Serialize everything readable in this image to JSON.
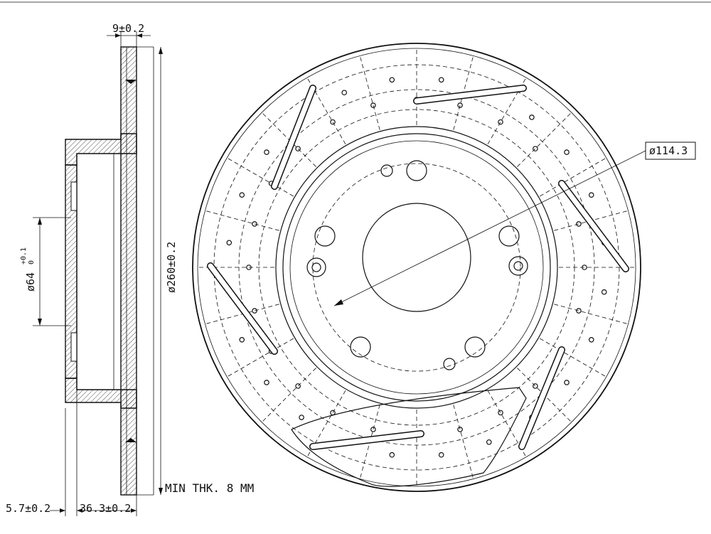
{
  "labels": {
    "hat_thickness": "9±0.2",
    "offset_width": "5.7±0.2",
    "overall_height": "36.3±0.2",
    "outer_diameter": "ø260±0.2",
    "center_bore": "ø64",
    "center_bore_tol_upper": "+0.1",
    "center_bore_tol_lower": "0",
    "bolt_circle": "ø114.3",
    "min_thickness": "MIN THK. 8 MM"
  }
}
